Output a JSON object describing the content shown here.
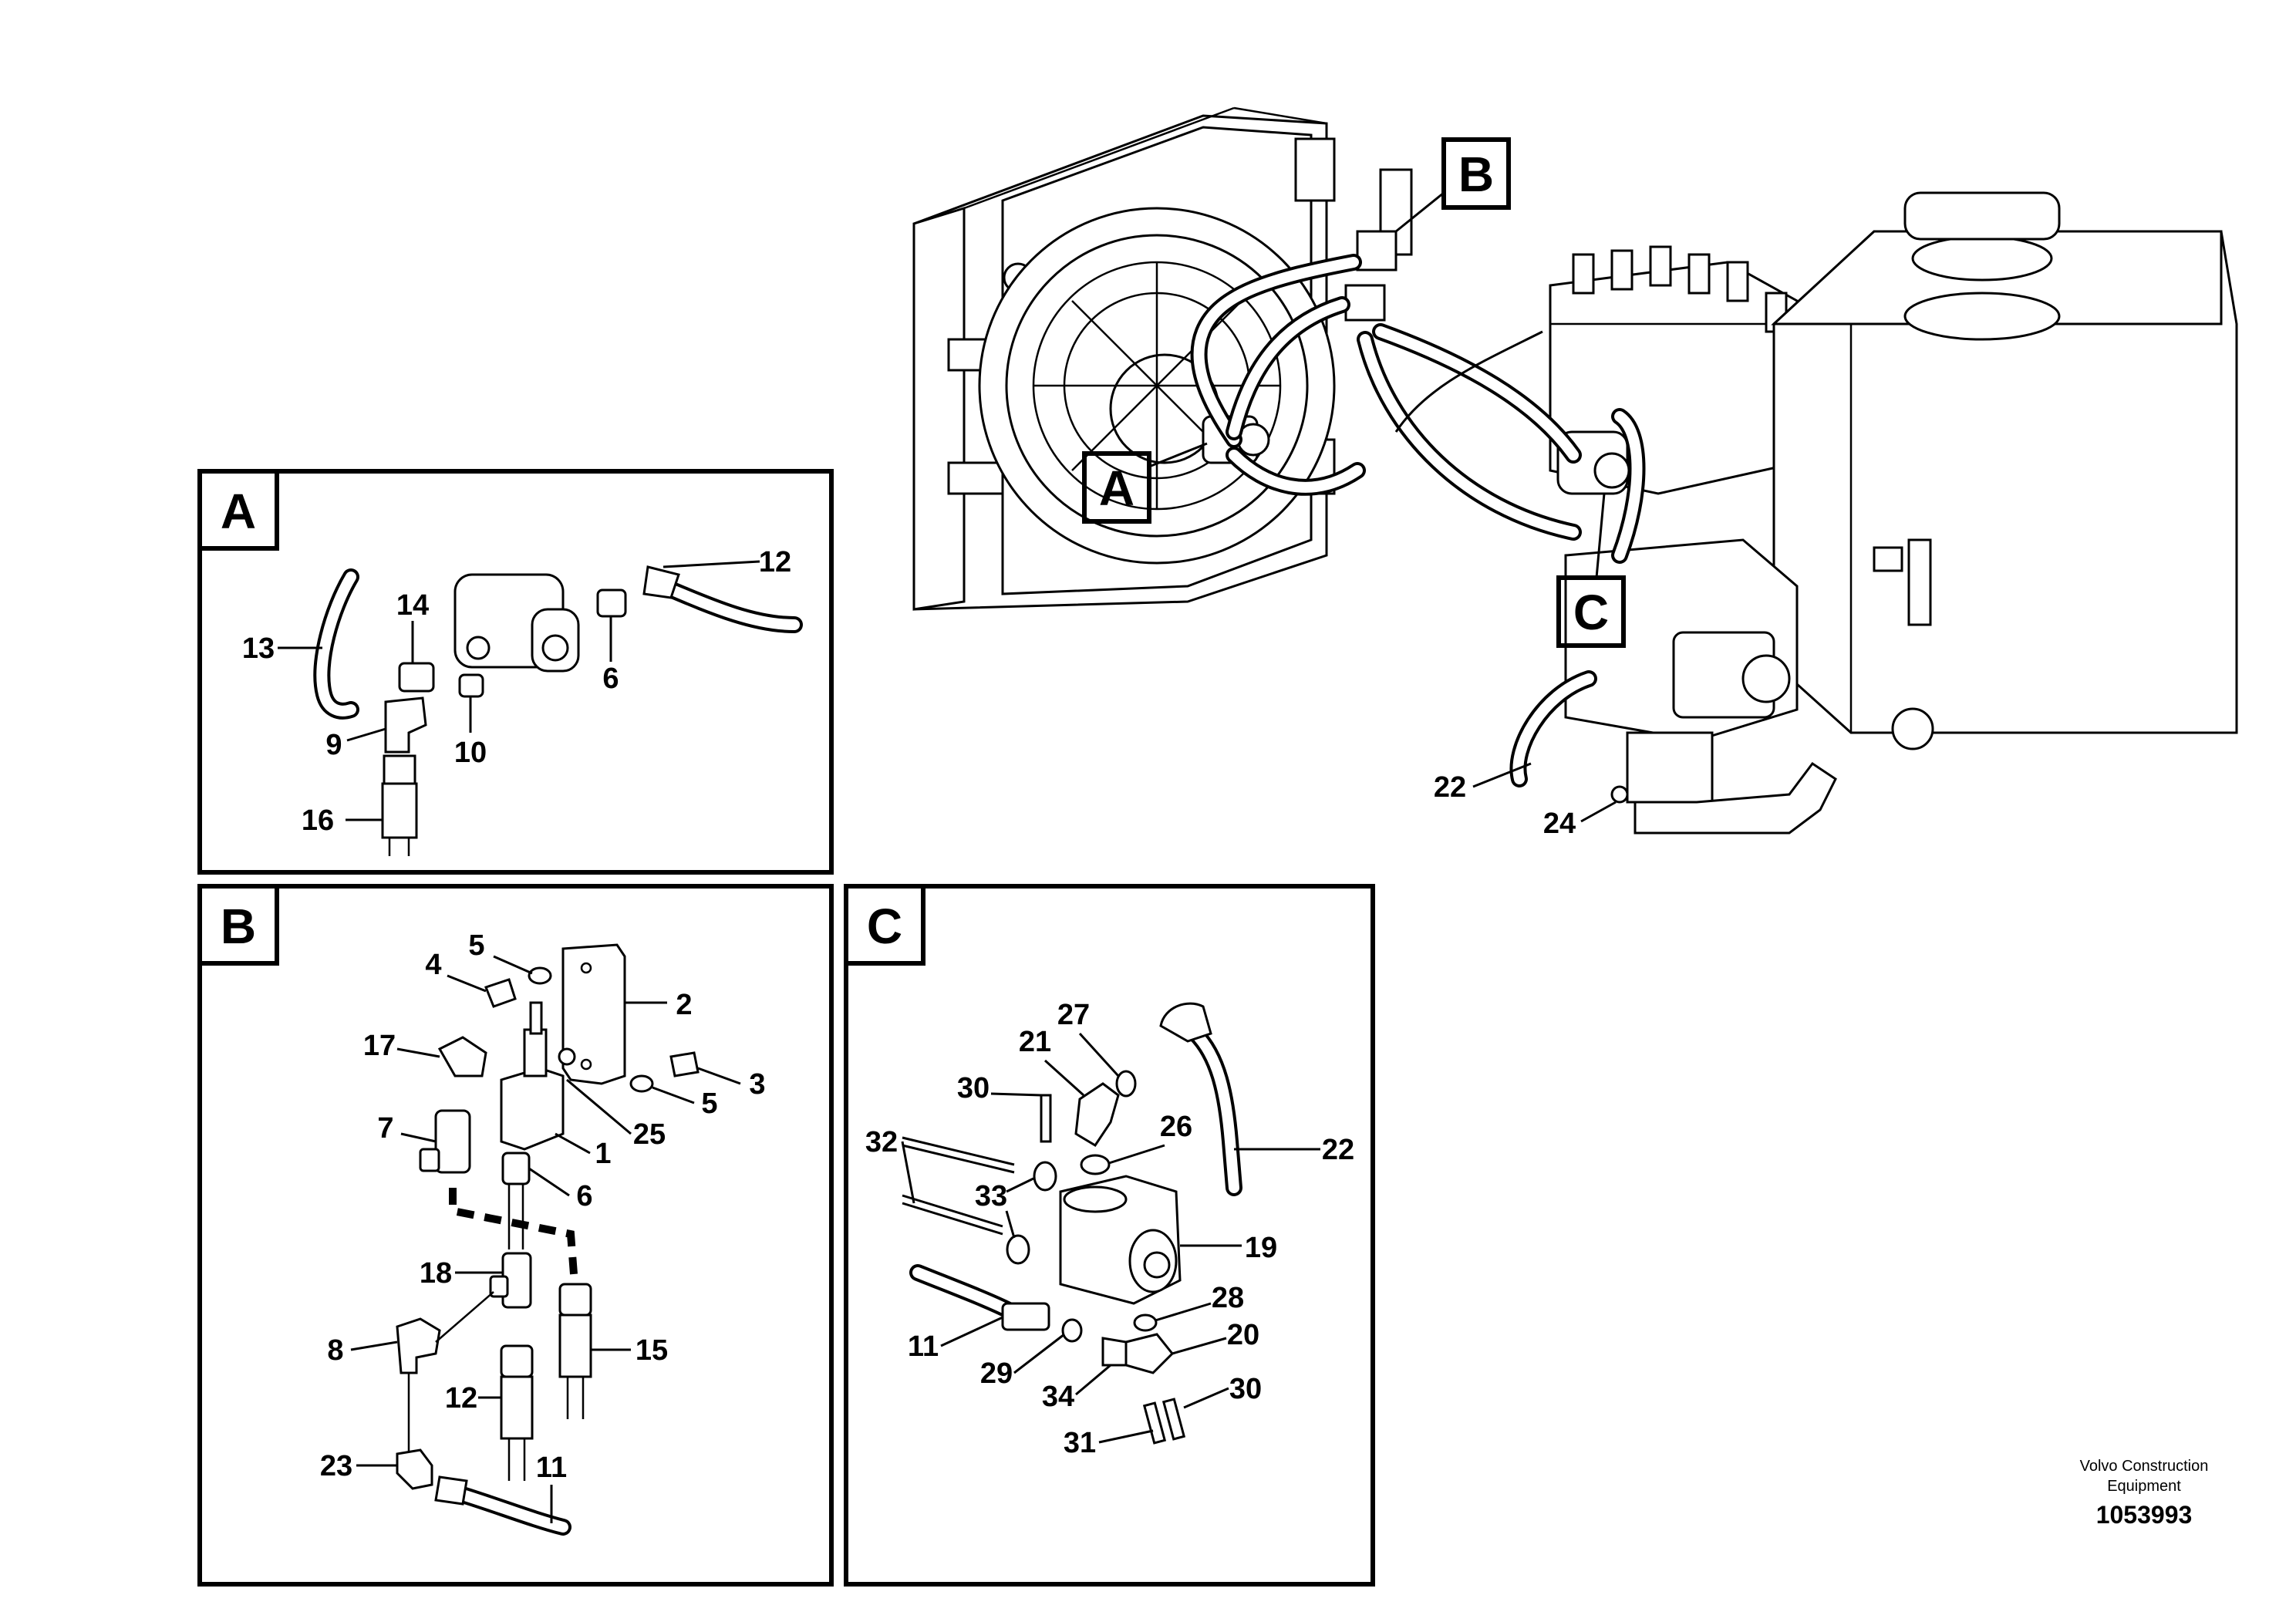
{
  "main_view": {
    "callouts": {
      "A": "A",
      "B": "B",
      "C": "C"
    },
    "labels": {
      "p22": "22",
      "p24": "24"
    }
  },
  "panel_a": {
    "title": "A",
    "labels": {
      "p12": "12",
      "p13": "13",
      "p14": "14",
      "p6": "6",
      "p9": "9",
      "p10": "10",
      "p16": "16"
    }
  },
  "panel_b": {
    "title": "B",
    "labels": {
      "p5a": "5",
      "p4": "4",
      "p2": "2",
      "p17": "17",
      "p3": "3",
      "p5b": "5",
      "p25": "25",
      "p1": "1",
      "p7": "7",
      "p6": "6",
      "p18": "18",
      "p8": "8",
      "p15": "15",
      "p12": "12",
      "p23": "23",
      "p11": "11"
    }
  },
  "panel_c": {
    "title": "C",
    "labels": {
      "p27": "27",
      "p21": "21",
      "p30a": "30",
      "p26": "26",
      "p32": "32",
      "p22": "22",
      "p33": "33",
      "p19": "19",
      "p28": "28",
      "p11": "11",
      "p20": "20",
      "p29": "29",
      "p34": "34",
      "p30b": "30",
      "p31": "31"
    }
  },
  "footer": {
    "brand_line1": "Volvo Construction",
    "brand_line2": "Equipment",
    "document_number": "1053993"
  }
}
